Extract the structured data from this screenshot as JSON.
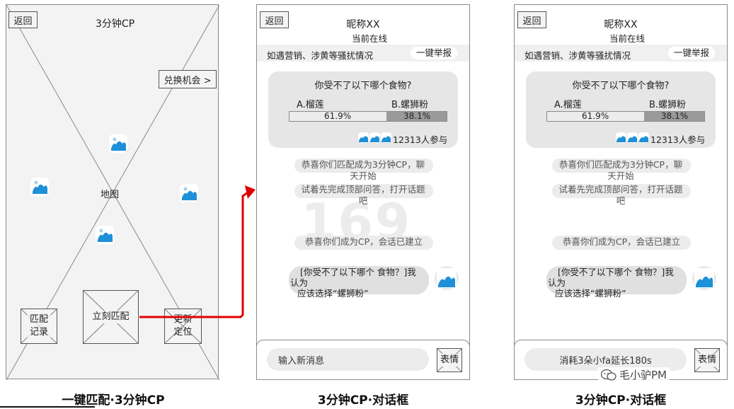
{
  "colors": {
    "arrow": "#e00000",
    "icon_blue": "#1e90d8",
    "bubble_bg": "#e0e0e0",
    "bar_dark": "#9a9a9a"
  },
  "screen1": {
    "back": "返回",
    "title": "3分钟CP",
    "exchange": "兑换机会 >",
    "map_label": "地图",
    "match_record": [
      "匹配",
      "记录"
    ],
    "match_now": "立刻匹配",
    "update_location": [
      "更新",
      "定位"
    ],
    "caption": "一键匹配·3分钟CP"
  },
  "chat_screens": [
    {
      "back": "返回",
      "nickname": "昵称XX",
      "status": "当前在线",
      "notice": "如遇营销、涉黄等骚扰情况",
      "report": "一键举报",
      "poll": {
        "question": "你受不了以下哪个食物?",
        "option_a": "A.榴莲",
        "option_b": "B.螺狮粉",
        "percent_a": "61.9%",
        "percent_b": "38.1%",
        "share_a": 0.619,
        "participants": "12313人参与"
      },
      "watermark": "169",
      "sys_msg1": [
        "恭喜你们匹配成为3分钟CP，聊",
        "天开始"
      ],
      "sys_msg2": [
        "试着先完成顶部问答，打开话题",
        "吧"
      ],
      "sys_msg3": "恭喜你们成为CP，会话已建立",
      "user_msg": [
        "[你受不了以下哪个 食物？]我",
        "认为",
        "应该选择“螺狮粉”"
      ],
      "input": "输入新消息",
      "emoji": "表情",
      "caption": "3分钟CP·对话框"
    },
    {
      "back": "返回",
      "nickname": "昵称XX",
      "status": "当前在线",
      "notice": "如遇营销、涉黄等骚扰情况",
      "report": "一键举报",
      "poll": {
        "question": "你受不了以下哪个食物?",
        "option_a": "A.榴莲",
        "option_b": "B.螺狮粉",
        "percent_a": "61.9%",
        "percent_b": "38.1%",
        "share_a": 0.619,
        "participants": "12313人参与"
      },
      "sys_msg1": [
        "恭喜你们匹配成为3分钟CP，聊",
        "天开始"
      ],
      "sys_msg2": [
        "试着先完成顶部问答，打开话题",
        "吧"
      ],
      "sys_msg3": "恭喜你们成为CP，会话已建立",
      "user_msg": [
        "[你受不了以下哪个 食物？]我",
        "认为",
        "应该选择“螺狮粉”"
      ],
      "input": "消耗3朵小fa延长180s",
      "emoji": "表情",
      "caption": "3分钟CP·对话框"
    }
  ],
  "watermark_brand": "毛小驴PM"
}
